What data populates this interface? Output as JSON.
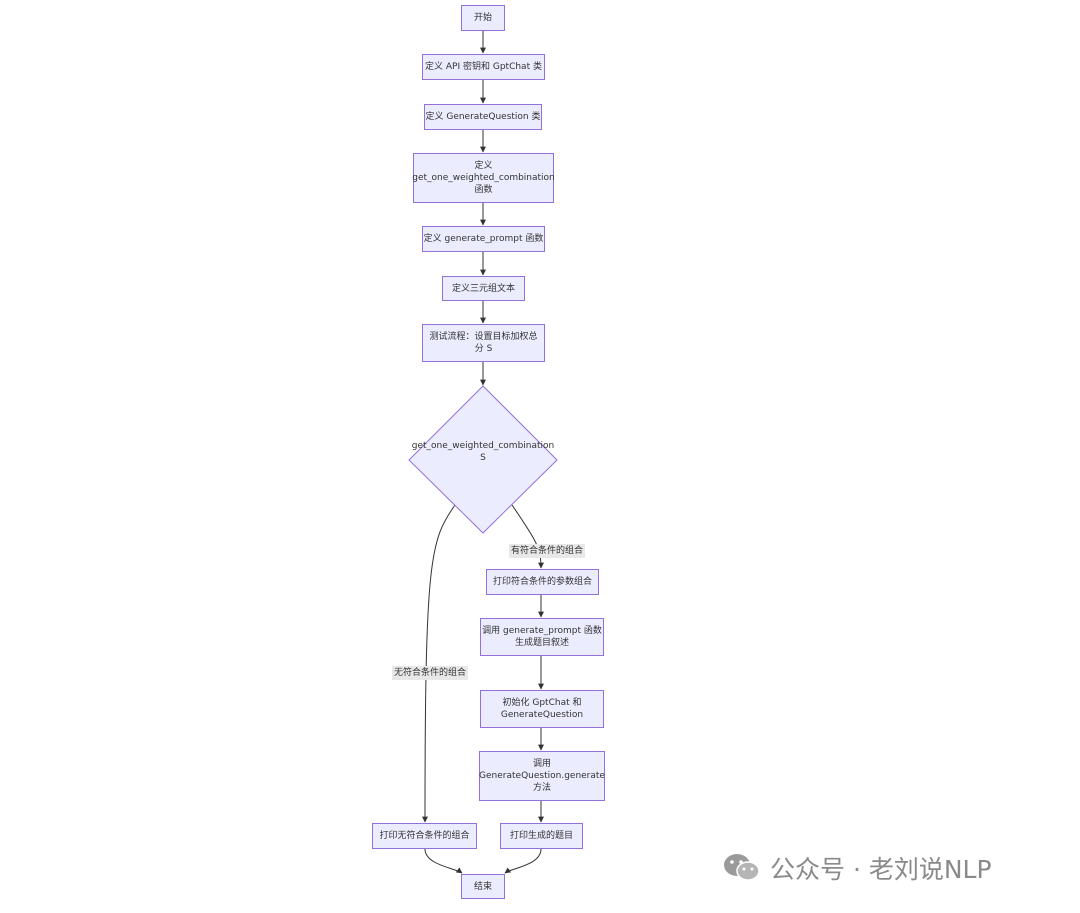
{
  "nodes": {
    "start": "开始",
    "define_api": "定义 API 密钥和 GptChat 类",
    "define_genq": "定义 GenerateQuestion 类",
    "define_func": "定义\nget_one_weighted_combination\n函数",
    "define_prompt": "定义 generate_prompt 函数",
    "define_triple": "定义三元组文本",
    "test_flow": "测试流程：设置目标加权总\n分 S",
    "decision": "get_one_weighted_combination\nS",
    "print_params": "打印符合条件的参数组合",
    "call_prompt": "调用 generate_prompt 函数\n生成题目叙述",
    "init_chat": "初始化 GptChat 和\nGenerateQuestion",
    "call_generate": "调用\nGenerateQuestion.generate\n方法",
    "print_none": "打印无符合条件的组合",
    "print_question": "打印生成的题目",
    "end": "结束"
  },
  "edges": {
    "has_match": "有符合条件的组合",
    "no_match": "无符合条件的组合"
  },
  "watermark": {
    "text": "公众号 · 老刘说NLP",
    "icon": "wechat-icon"
  },
  "colors": {
    "node_fill": "#ECECFF",
    "node_border": "#9370DB",
    "edge": "#333333"
  }
}
